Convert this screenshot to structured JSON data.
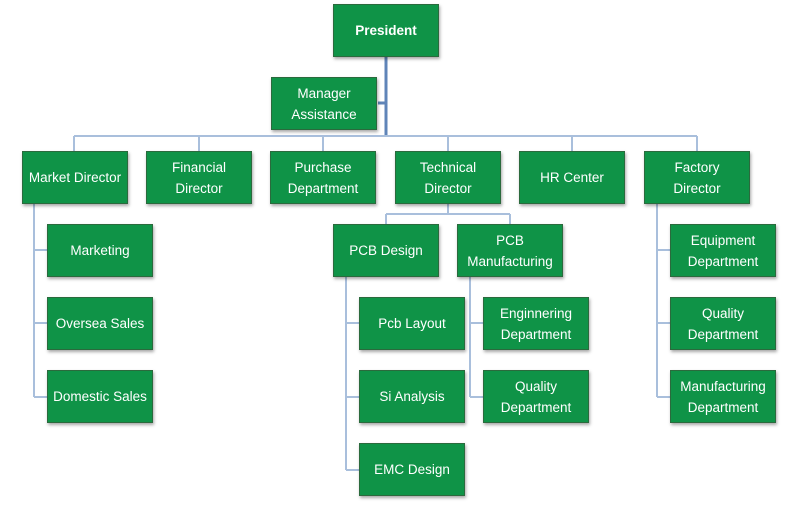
{
  "colors": {
    "box_fill": "#0f9347",
    "box_border": "#2b6a3d",
    "connector": "#a9bfdc",
    "trunk": "#5f84b8",
    "text": "#ffffff"
  },
  "nodes": {
    "president": "President",
    "manager_assistance": "Manager\nAssistance",
    "market_director": "Market Director",
    "financial_director": "Financial\nDirector",
    "purchase_department": "Purchase\nDepartment",
    "technical_director": "Technical\nDirector",
    "hr_center": "HR Center",
    "factory_director": "Factory\nDirector",
    "marketing": "Marketing",
    "oversea_sales": "Oversea Sales",
    "domestic_sales": "Domestic Sales",
    "pcb_design": "PCB Design",
    "pcb_manufacturing": "PCB\nManufacturing",
    "pcb_layout": "Pcb Layout",
    "si_analysis": "Si Analysis",
    "emc_design": "EMC Design",
    "engineering_department": "Enginnering\nDepartment",
    "quality_department_mfg": "Quality\nDepartment",
    "equipment_department": "Equipment\nDepartment",
    "quality_department_factory": "Quality\nDepartment",
    "manufacturing_department": "Manufacturing\nDepartment"
  },
  "hierarchy": {
    "president": [
      "manager_assistance",
      "market_director",
      "financial_director",
      "purchase_department",
      "technical_director",
      "hr_center",
      "factory_director"
    ],
    "market_director": [
      "marketing",
      "oversea_sales",
      "domestic_sales"
    ],
    "technical_director": [
      "pcb_design",
      "pcb_manufacturing"
    ],
    "pcb_design": [
      "pcb_layout",
      "si_analysis",
      "emc_design"
    ],
    "pcb_manufacturing": [
      "engineering_department",
      "quality_department_mfg"
    ],
    "factory_director": [
      "equipment_department",
      "quality_department_factory",
      "manufacturing_department"
    ]
  }
}
